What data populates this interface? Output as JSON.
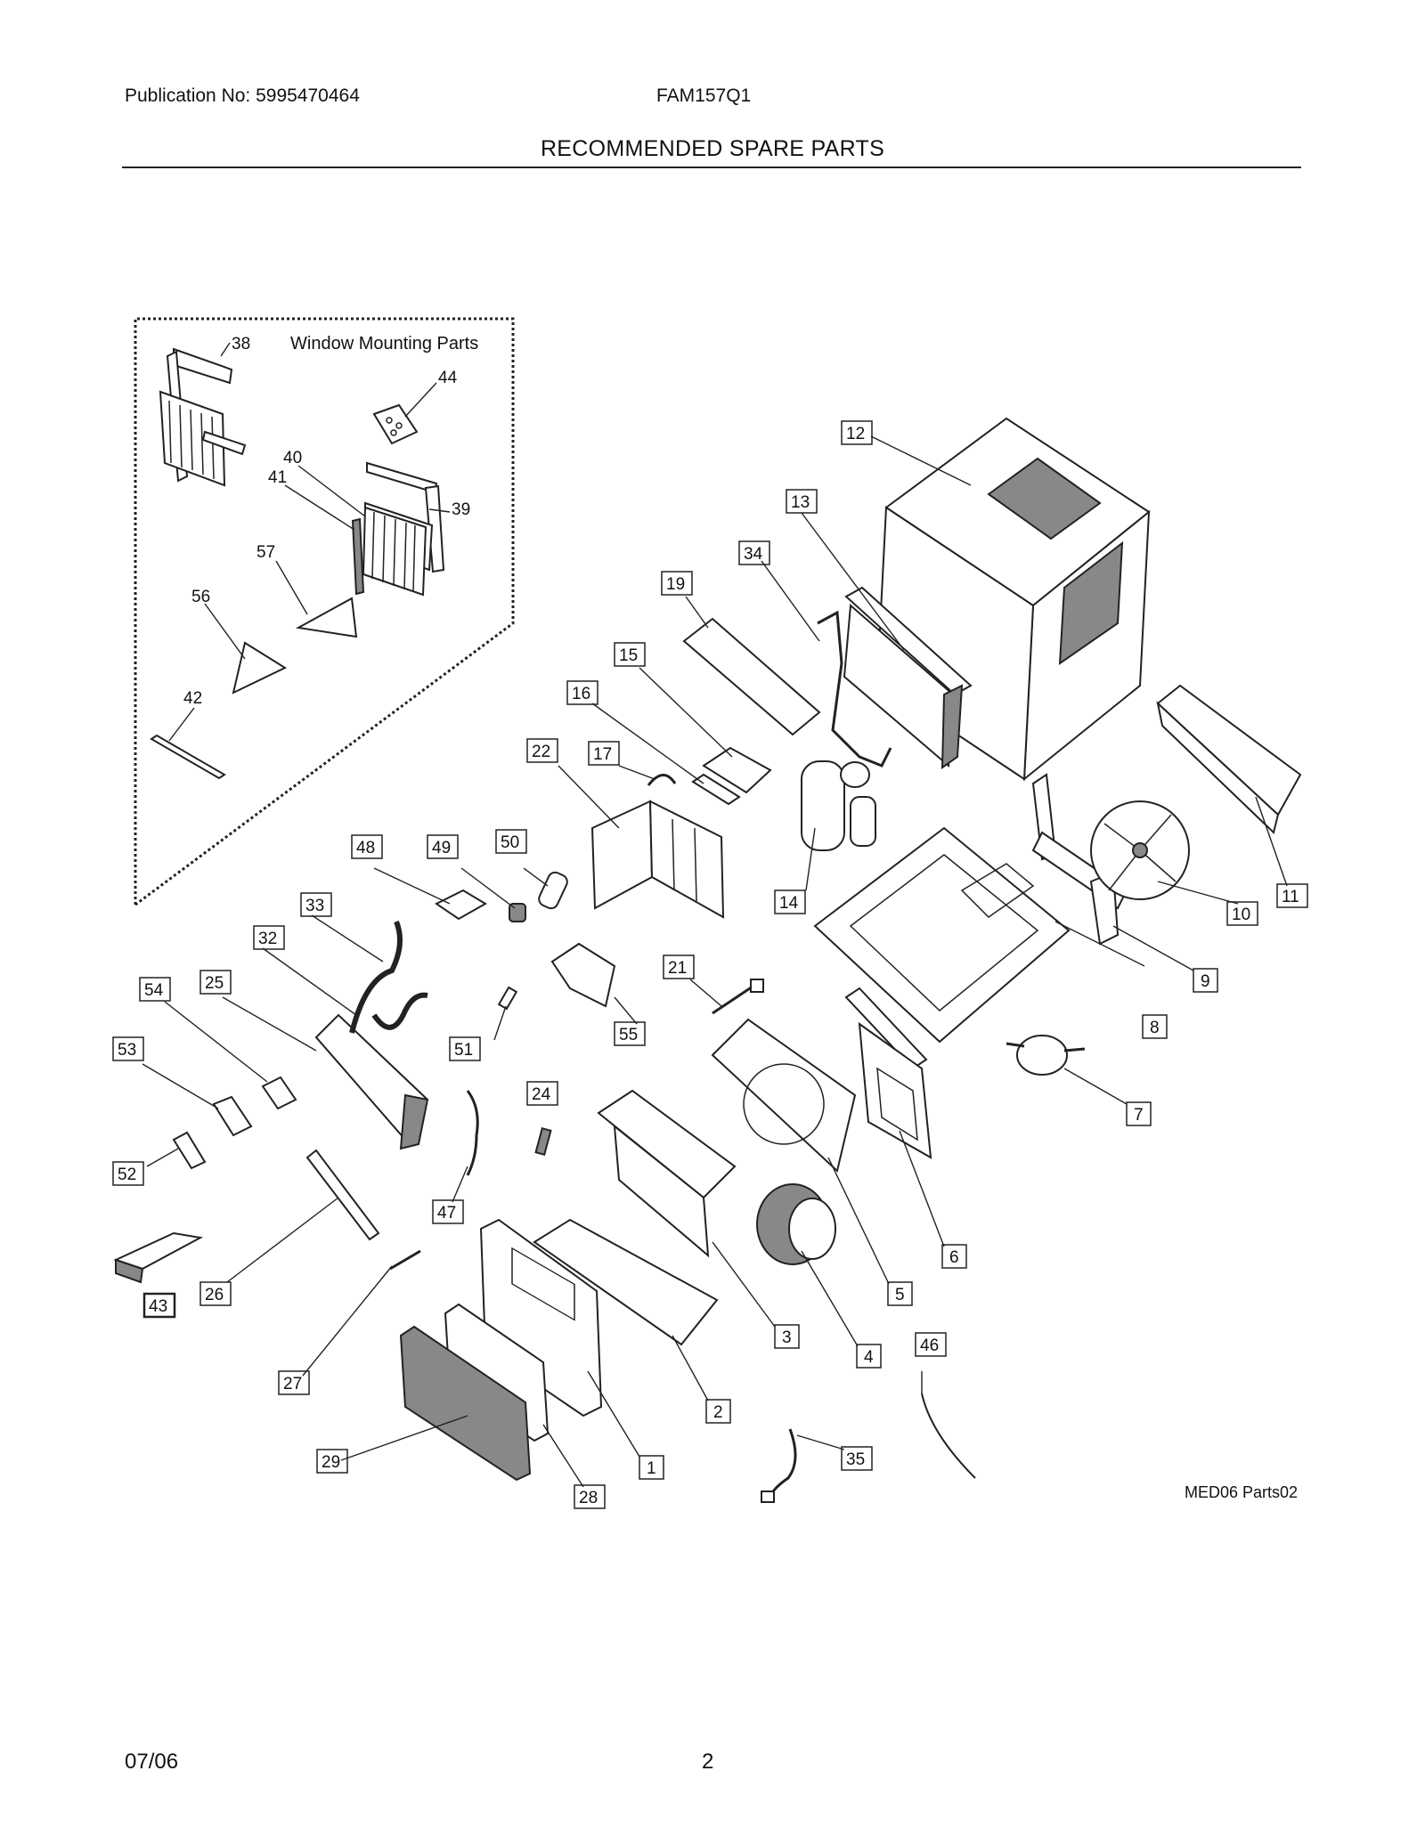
{
  "header": {
    "publication": "Publication No: 5995470464",
    "model": "FAM157Q1",
    "title": "RECOMMENDED SPARE PARTS"
  },
  "inset": {
    "title": "Window Mounting Parts"
  },
  "diagram_code": "MED06 Parts02",
  "footer": {
    "date": "07/06",
    "page": "2"
  },
  "callouts": {
    "boxed": [
      "1",
      "2",
      "3",
      "4",
      "5",
      "6",
      "7",
      "8",
      "9",
      "10",
      "11",
      "12",
      "13",
      "14",
      "15",
      "16",
      "17",
      "19",
      "21",
      "22",
      "24",
      "25",
      "26",
      "27",
      "28",
      "29",
      "32",
      "33",
      "34",
      "35",
      "43",
      "46",
      "47",
      "48",
      "49",
      "50",
      "51",
      "52",
      "53",
      "54",
      "55"
    ],
    "plain": [
      "38",
      "39",
      "40",
      "41",
      "42",
      "44",
      "56",
      "57"
    ]
  }
}
